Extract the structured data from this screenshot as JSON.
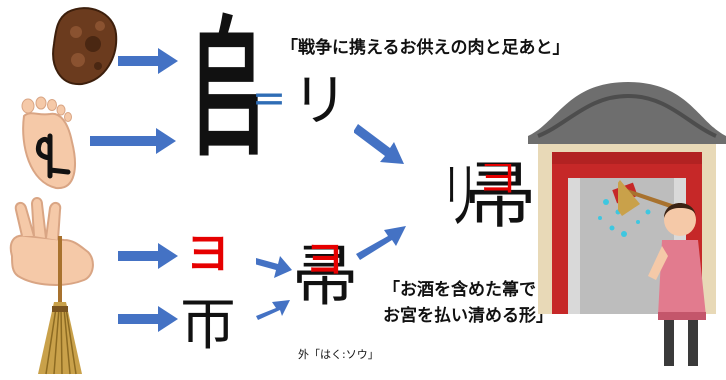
{
  "colors": {
    "arrow": "#4472c4",
    "equals": "#2f6db5",
    "accent_red": "#e60000",
    "text": "#111111"
  },
  "top_caption": "「戦争に携えるお供えの肉と足あと」",
  "ancient_left": "𠂤",
  "equals": "＝",
  "modern_left": "リ",
  "target_char": "帰",
  "target_right_part": "帚",
  "hand_char": "ヨ",
  "broom_char": "帀",
  "sweep_char": "帚",
  "sweep_note": "外「はく:ソウ」",
  "bottom_caption_line1": "「お酒を含めた箒で",
  "bottom_caption_line2": "お宮を払い清める形」",
  "icons": {
    "meat": "meat-offering-icon",
    "footprint": "footprint-icon",
    "hand": "hand-icon",
    "broom": "broom-icon",
    "shrine": "shrine-icon",
    "person": "person-sweeping-icon"
  }
}
